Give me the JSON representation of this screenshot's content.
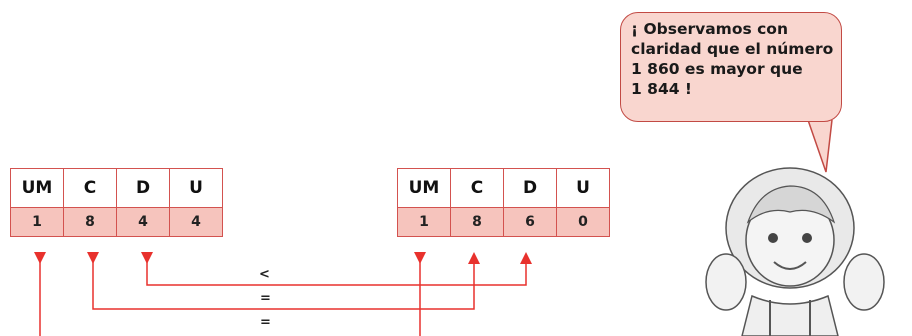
{
  "left_table": {
    "headers": [
      "UM",
      "C",
      "D",
      "U"
    ],
    "values": [
      "1",
      "8",
      "4",
      "4"
    ]
  },
  "right_table": {
    "headers": [
      "UM",
      "C",
      "D",
      "U"
    ],
    "values": [
      "1",
      "8",
      "6",
      "0"
    ]
  },
  "comparisons": [
    {
      "symbol": "<",
      "place": "D"
    },
    {
      "symbol": "=",
      "place": "C"
    },
    {
      "symbol": "=",
      "place": "UM"
    }
  ],
  "speech_bubble": {
    "lines": [
      "¡ Observamos con",
      "claridad que el número",
      "1 860 es mayor que",
      "1 844 !"
    ]
  },
  "colors": {
    "table_border": "#d3524f",
    "value_fill": "#f6c4bd",
    "arrow": "#e8312d",
    "bubble_fill": "#f9d6cf"
  }
}
